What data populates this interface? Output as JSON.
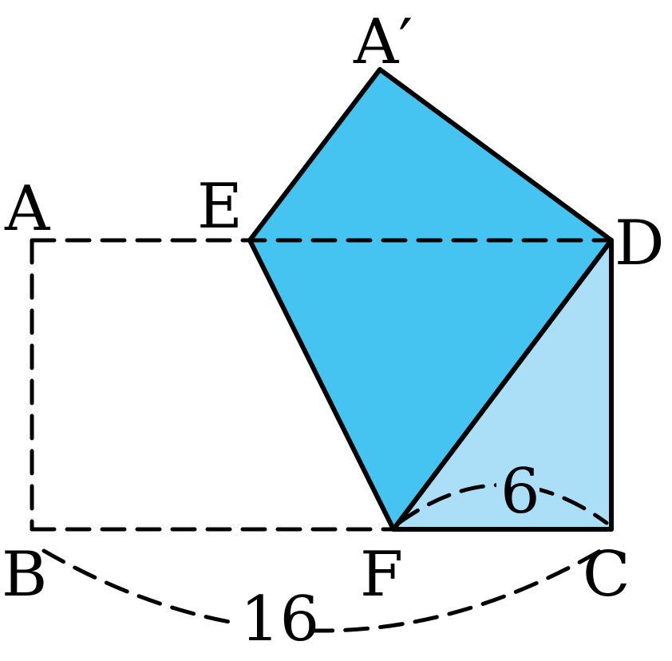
{
  "labels": {
    "a": "A",
    "a_prime": "A′",
    "b": "B",
    "c": "C",
    "d": "D",
    "e": "E",
    "f": "F"
  },
  "measures": {
    "bc": "16",
    "fc": "6"
  },
  "colors": {
    "folded_fill": "#45C4F2",
    "triangle_fill": "#ABDFF7",
    "stroke": "#000000"
  }
}
